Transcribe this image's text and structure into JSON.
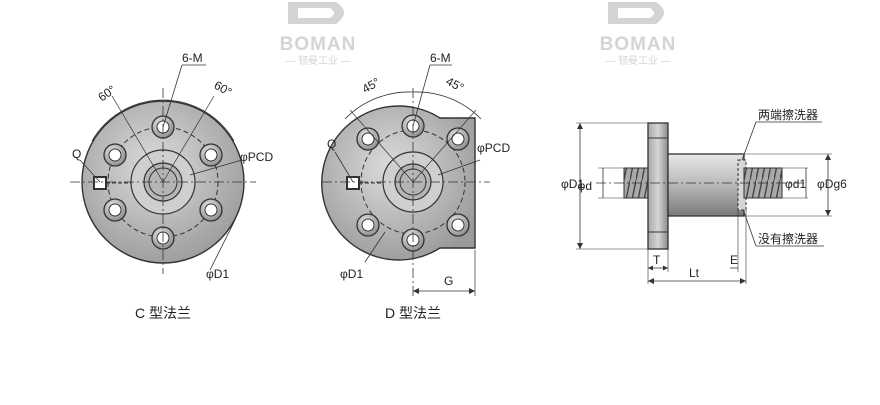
{
  "watermarks": [
    {
      "brand": "BOMAN",
      "subtitle": "— 韧曼工业 —"
    },
    {
      "brand": "BOMAN",
      "subtitle": "— 韧曼工业 —"
    }
  ],
  "c_flange": {
    "caption": "C 型法兰",
    "labels": {
      "holes": "6-M",
      "angle_left": "60°",
      "angle_right": "60°",
      "q": "Q",
      "pcd": "φPCD",
      "d1": "φD1"
    }
  },
  "d_flange": {
    "caption": "D 型法兰",
    "labels": {
      "holes": "6-M",
      "angle_left": "45°",
      "angle_right": "45°",
      "q": "Q",
      "pcd": "φPCD",
      "d1": "φD1",
      "g": "G"
    }
  },
  "side_view": {
    "labels": {
      "d1_outer": "φD1",
      "d": "φd",
      "d1_inner": "φd1",
      "dg6": "φDg6",
      "t": "T",
      "lt": "Lt",
      "e": "E",
      "wiper": "两端擦洗器",
      "no_wiper": "没有擦洗器"
    }
  },
  "colors": {
    "line": "#333333",
    "body": "#c9c9c9",
    "dark": "#555555",
    "watermark": "#d4d4d4"
  }
}
